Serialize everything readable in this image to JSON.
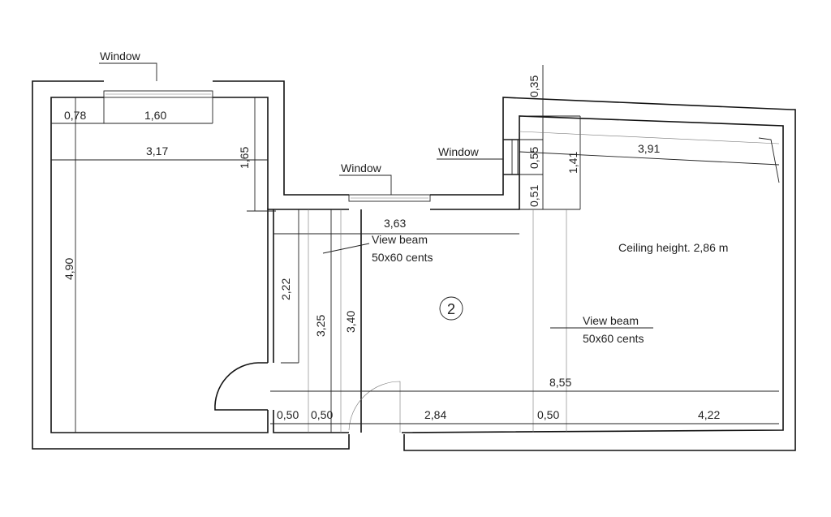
{
  "plan": {
    "room_number": "2",
    "ceiling_height": "Ceiling height. 2,86 m",
    "window_labels": [
      "Window",
      "Window",
      "Window"
    ],
    "beams": [
      {
        "line1": "View beam",
        "line2": "50x60 cents"
      },
      {
        "line1": "View beam",
        "line2": "50x60 cents"
      }
    ],
    "dimensions": {
      "top_left_offset": "0,78",
      "left_window_width": "1,60",
      "left_room_width": "3,17",
      "left_room_upper_depth": "1,65",
      "left_room_depth": "4,90",
      "corridor_width": "3,63",
      "partition_2_22": "2,22",
      "partition_3_25": "3,25",
      "partition_3_40": "3,40",
      "right_top_offset": "0,35",
      "right_window_width": "0,55",
      "right_window_lower": "0,51",
      "right_recess_depth": "1,41",
      "right_top_wall": "3,91",
      "total_width": "8,55",
      "bottom_a": "0,50",
      "bottom_b": "0,50",
      "bottom_c": "2,84",
      "bottom_d": "0,50",
      "bottom_e": "4,22"
    }
  }
}
